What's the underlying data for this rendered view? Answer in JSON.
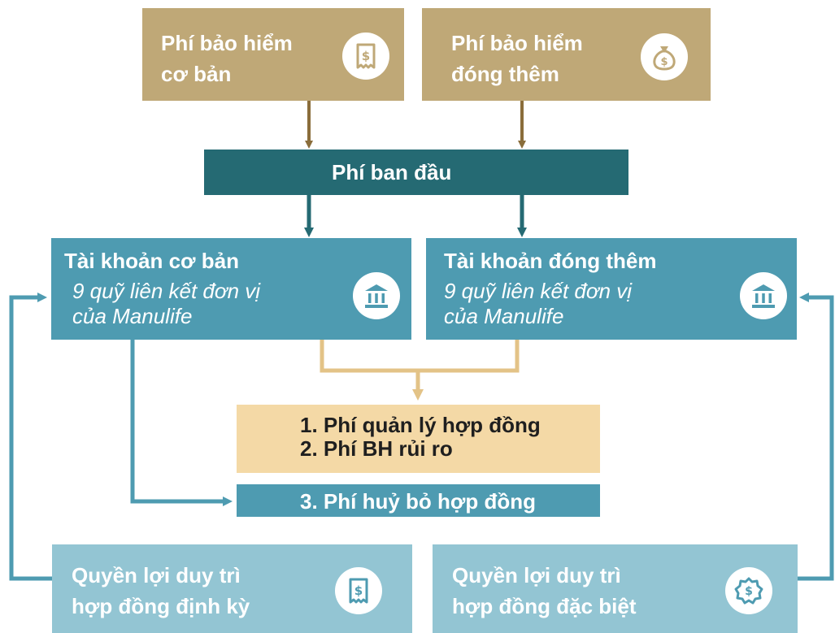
{
  "top": {
    "basic_premium": {
      "label": "Phí bảo hiểm\ncơ bản",
      "icon": "receipt-dollar-icon"
    },
    "topup_premium": {
      "label": "Phí bảo hiểm\nđóng thêm",
      "icon": "money-bag-icon"
    }
  },
  "initial_fee": {
    "label": "Phí ban đầu"
  },
  "accounts": {
    "basic": {
      "title": "Tài khoản cơ bản",
      "subtitle": "9 quỹ liên kết đơn vị\ncủa Manulife",
      "icon": "bank-icon"
    },
    "topup": {
      "title": "Tài khoản đóng thêm",
      "subtitle": "9 quỹ liên kết đơn vị\ncủa Manulife",
      "icon": "bank-icon"
    }
  },
  "fees": {
    "line1": "1. Phí quản lý hợp đồng",
    "line2": "2. Phí BH rủi ro",
    "line3": "3. Phí huỷ bỏ hợp đồng"
  },
  "benefits": {
    "periodic": {
      "label": "Quyền lợi duy trì\nhợp đồng định kỳ",
      "icon": "receipt-dollar-icon"
    },
    "special": {
      "label": "Quyền lợi duy trì\nhợp đồng đặc biệt",
      "icon": "badge-dollar-icon"
    }
  },
  "colors": {
    "gold": "#bfa877",
    "gold_arrow": "#8a6d3b",
    "teal_dark": "#256a73",
    "teal": "#4e9bb1",
    "teal_light": "#93c5d3",
    "cream": "#f4d9a6",
    "cream_line": "#e3c387"
  }
}
